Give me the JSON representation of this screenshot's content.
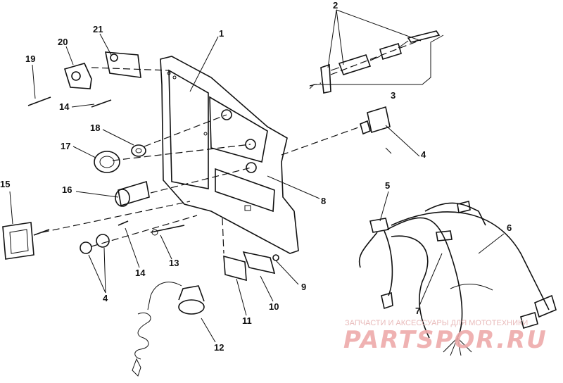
{
  "diagram": {
    "callouts": {
      "c1": "1",
      "c2": "2",
      "c3": "3",
      "c4a": "4",
      "c4b": "4",
      "c5": "5",
      "c6": "6",
      "c7": "7",
      "c8": "8",
      "c9": "9",
      "c10": "10",
      "c11": "11",
      "c12": "12",
      "c13": "13",
      "c14a": "14",
      "c14b": "14",
      "c15": "15",
      "c16": "16",
      "c17": "17",
      "c18": "18",
      "c19": "19",
      "c20": "20",
      "c21": "21"
    }
  },
  "watermark": {
    "line1": "ЗАПЧАСТИ И АКСЕССУАРЫ ДЛЯ МОТОТЕХНИКИ",
    "line2": "PARTSPOR.RU"
  },
  "colors": {
    "line": "#111111",
    "watermark": "#eeaaaa",
    "background": "#ffffff"
  }
}
